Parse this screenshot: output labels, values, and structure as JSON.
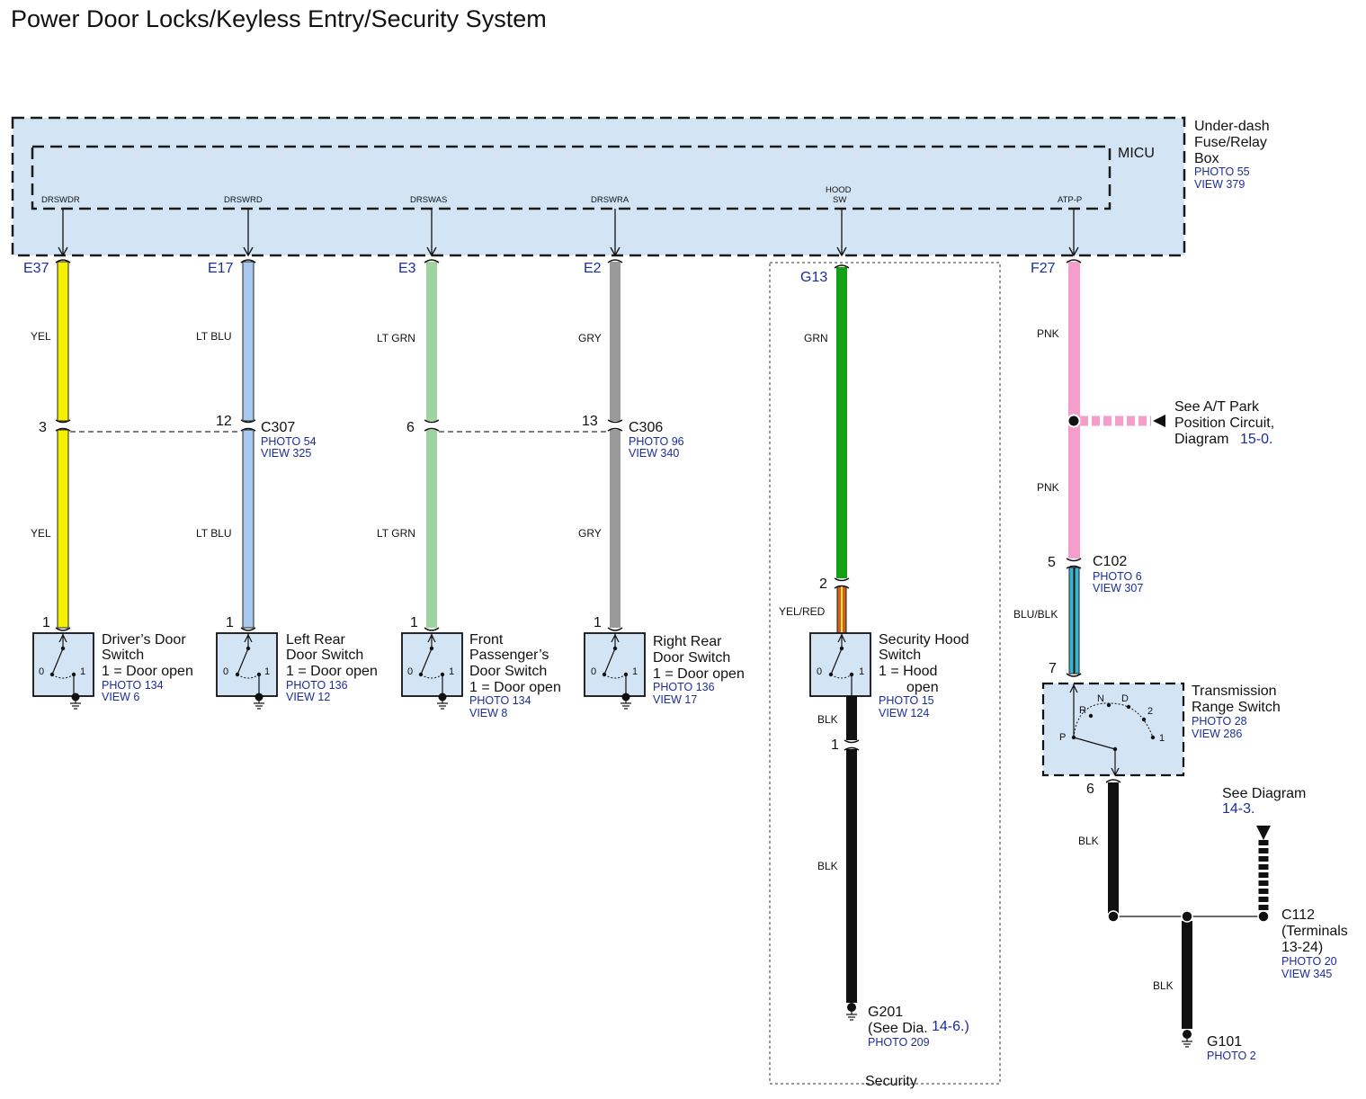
{
  "title": "Power Door Locks/Keyless Entry/Security System",
  "fuse_box": {
    "name_lines": [
      "Under-dash",
      "Fuse/Relay",
      "Box"
    ],
    "photo": "PHOTO 55",
    "view": "VIEW 379",
    "micu_label": "MICU",
    "pins": [
      "DRSWDR",
      "DRSWRD",
      "DRSWAS",
      "DRSWRA",
      "HOOD",
      "SW",
      "ATP-P"
    ]
  },
  "connectors": {
    "e37": "E37",
    "e17": "E17",
    "e3": "E3",
    "e2": "E2",
    "g13": "G13",
    "f27": "F27"
  },
  "wires": {
    "yel": "YEL",
    "lt_blu": "LT BLU",
    "lt_grn": "LT GRN",
    "gry": "GRY",
    "grn": "GRN",
    "pnk": "PNK",
    "yel_red": "YEL/RED",
    "blu_blk": "BLU/BLK",
    "blk": "BLK"
  },
  "wire_colors": {
    "yel": "#f5f000",
    "lt_blu": "#a8c8ee",
    "lt_grn": "#9fd39f",
    "gry": "#9a9a9a",
    "grn": "#13a013",
    "pnk": "#f59ecb",
    "blu_blk": "#37b5cf",
    "yel_red": "#d0601a",
    "blk": "#111111",
    "box_fill": "#d3e4f5"
  },
  "c307": {
    "name": "C307",
    "photo": "PHOTO 54",
    "view": "VIEW 325",
    "pin_a": "3",
    "pin_b": "12"
  },
  "c306": {
    "name": "C306",
    "photo": "PHOTO 96",
    "view": "VIEW 340",
    "pin_a": "6",
    "pin_b": "13"
  },
  "c102": {
    "name": "C102",
    "photo": "PHOTO 6",
    "view": "VIEW 307",
    "pin_a": "5",
    "pin_b": "7"
  },
  "pin_numbers": {
    "one": "1",
    "two": "2",
    "six": "6"
  },
  "switch_positions": {
    "zero": "0",
    "one": "1"
  },
  "switches": {
    "driver": {
      "lines": [
        "Driver’s Door",
        "Switch",
        "1 = Door open"
      ],
      "photo": "PHOTO 134",
      "view": "VIEW 6"
    },
    "left_rear": {
      "lines": [
        "Left Rear",
        "Door Switch",
        "1 = Door open"
      ],
      "photo": "PHOTO 136",
      "view": "VIEW 12"
    },
    "front_pass": {
      "lines": [
        "Front",
        "Passenger’s",
        "Door Switch",
        "1 = Door open"
      ],
      "photo": "PHOTO 134",
      "view": "VIEW 8"
    },
    "right_rear": {
      "lines": [
        "Right Rear",
        "Door Switch",
        "1 = Door open"
      ],
      "photo": "PHOTO 136",
      "view": "VIEW 17"
    },
    "hood": {
      "lines": [
        "Security Hood",
        "Switch",
        "1 = Hood",
        "open"
      ],
      "photo": "PHOTO 15",
      "view": "VIEW 124"
    }
  },
  "see_at_park": {
    "lines": [
      "See A/T Park",
      "Position Circuit,",
      "Diagram"
    ],
    "ref": "15-0."
  },
  "trans_switch": {
    "lines": [
      "Transmission",
      "Range Switch"
    ],
    "photo": "PHOTO 28",
    "view": "VIEW 286",
    "positions": {
      "p": "P",
      "r": "R",
      "n": "N",
      "d": "D",
      "two": "2",
      "one": "1"
    }
  },
  "see_diagram": {
    "text": "See Diagram",
    "ref": "14-3."
  },
  "c112": {
    "lines": [
      "C112",
      "(Terminals",
      "13-24)"
    ],
    "photo": "PHOTO 20",
    "view": "VIEW 345"
  },
  "g201": {
    "name": "G201",
    "see": "(See Dia.",
    "ref": "14-6.)",
    "photo": "PHOTO 209"
  },
  "g101": {
    "name": "G101",
    "photo": "PHOTO 2"
  },
  "security_label": "Security"
}
